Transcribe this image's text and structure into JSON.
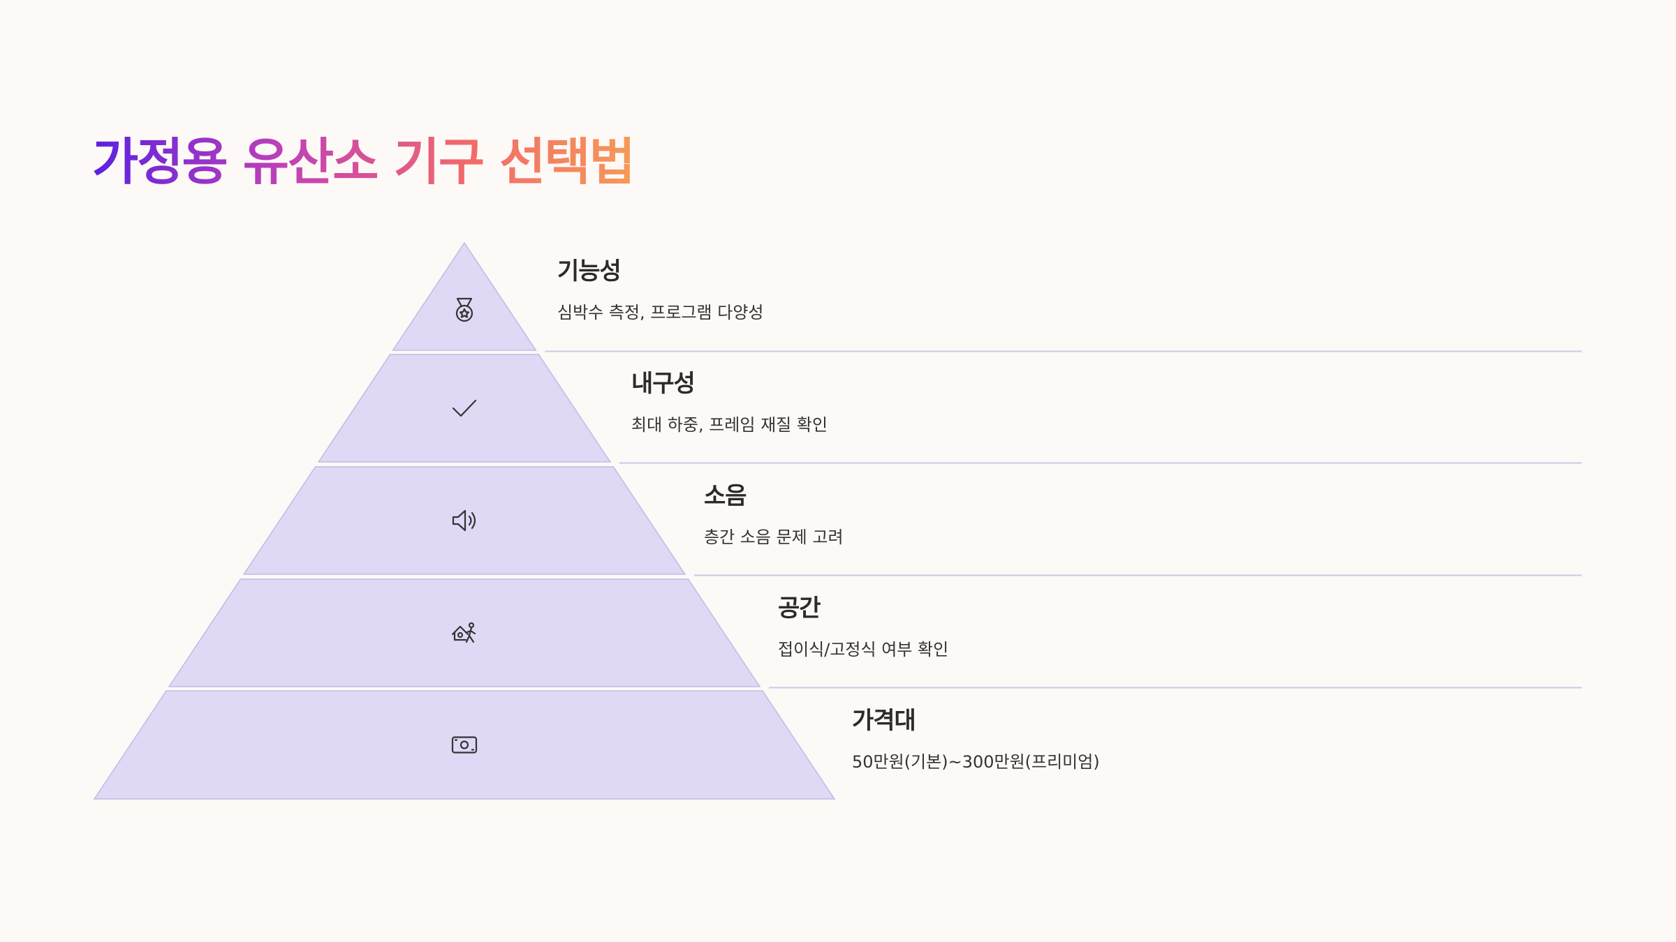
{
  "title": "가정용 유산소 기구 선택법",
  "colors": {
    "tier_fill": "#e0d8f4",
    "tier_stroke": "#c4b9e6",
    "separator": "#cfc6e6",
    "icon": "#333333",
    "title_gradient": [
      "#5b21e0",
      "#c040b8",
      "#f26a6a",
      "#f59a58"
    ]
  },
  "tiers": [
    {
      "title": "기능성",
      "desc": "심박수 측정, 프로그램 다양성",
      "icon": "medal-icon"
    },
    {
      "title": "내구성",
      "desc": "최대 하중, 프레임 재질 확인",
      "icon": "check-icon"
    },
    {
      "title": "소음",
      "desc": "층간 소음 문제 고려",
      "icon": "speaker-icon"
    },
    {
      "title": "공간",
      "desc": "접이식/고정식 여부 확인",
      "icon": "home-person-icon"
    },
    {
      "title": "가격대",
      "desc": "50만원(기본)~300만원(프리미엄)",
      "icon": "money-icon"
    }
  ]
}
